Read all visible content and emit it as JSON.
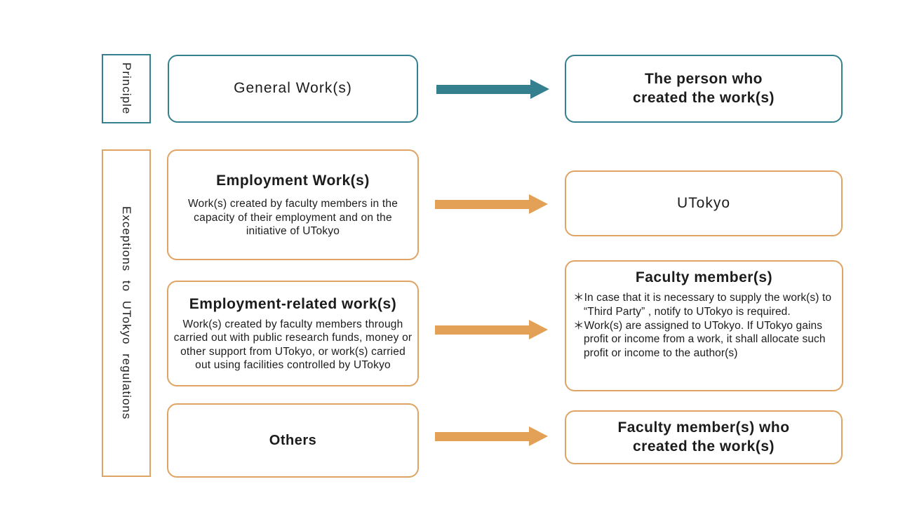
{
  "colors": {
    "teal": "#35808F",
    "orange": "#DFA464",
    "orange_arrow": "#E2A157",
    "text": "#1c1c1c"
  },
  "principle_row": {
    "label": "Principle",
    "source": {
      "title": "General Work(s)"
    },
    "target": {
      "title": "The person who\ncreated the work(s)"
    }
  },
  "exceptions": {
    "label": "Exceptions to UTokyo regulations",
    "rows": [
      {
        "source": {
          "title": "Employment Work(s)",
          "desc": "Work(s) created by faculty members in the capacity of their employment and on the initiative of UTokyo"
        },
        "target": {
          "title": "UTokyo"
        }
      },
      {
        "source": {
          "title": "Employment-related work(s)",
          "desc": "Work(s) created by faculty members through carried out with public research funds, money or other support from UTokyo, or work(s) carried out using facilities controlled by UTokyo"
        },
        "target": {
          "title": "Faculty member(s)",
          "notes": [
            "＊In case that it is necessary to supply the work(s) to “Third Party” , notify to UTokyo is required.",
            "＊Work(s) are assigned to UTokyo. If UTokyo gains profit or income from a work, it shall allocate such profit or income to the author(s)"
          ]
        }
      },
      {
        "source": {
          "title": "Others"
        },
        "target": {
          "title": "Faculty member(s) who\ncreated the work(s)"
        }
      }
    ]
  }
}
